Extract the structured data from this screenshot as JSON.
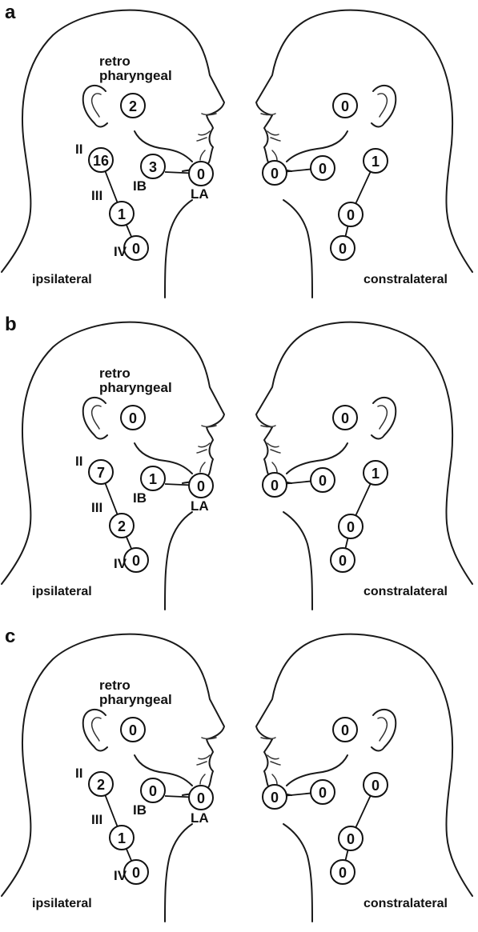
{
  "labels": {
    "retro": "retro",
    "pharyngeal": "pharyngeal",
    "ii": "II",
    "iii": "III",
    "iv": "IV",
    "ib": "IB",
    "la": "LA",
    "ipsilateral": "ipsilateral",
    "contralateral": "constralateral"
  },
  "panels": [
    {
      "letter": "a",
      "ipsi": {
        "retro": "2",
        "ii": "16",
        "iii": "1",
        "iv": "0",
        "ib": "3",
        "la": "0"
      },
      "contra": {
        "retro": "0",
        "la": "0",
        "ib": "0",
        "ii": "1",
        "iii": "0",
        "iv": "0"
      }
    },
    {
      "letter": "b",
      "ipsi": {
        "retro": "0",
        "ii": "7",
        "iii": "2",
        "iv": "0",
        "ib": "1",
        "la": "0"
      },
      "contra": {
        "retro": "0",
        "la": "0",
        "ib": "0",
        "ii": "1",
        "iii": "0",
        "iv": "0"
      }
    },
    {
      "letter": "c",
      "ipsi": {
        "retro": "0",
        "ii": "2",
        "iii": "1",
        "iv": "0",
        "ib": "0",
        "la": "0"
      },
      "contra": {
        "retro": "0",
        "la": "0",
        "ib": "0",
        "ii": "0",
        "iii": "0",
        "iv": "0"
      }
    }
  ]
}
